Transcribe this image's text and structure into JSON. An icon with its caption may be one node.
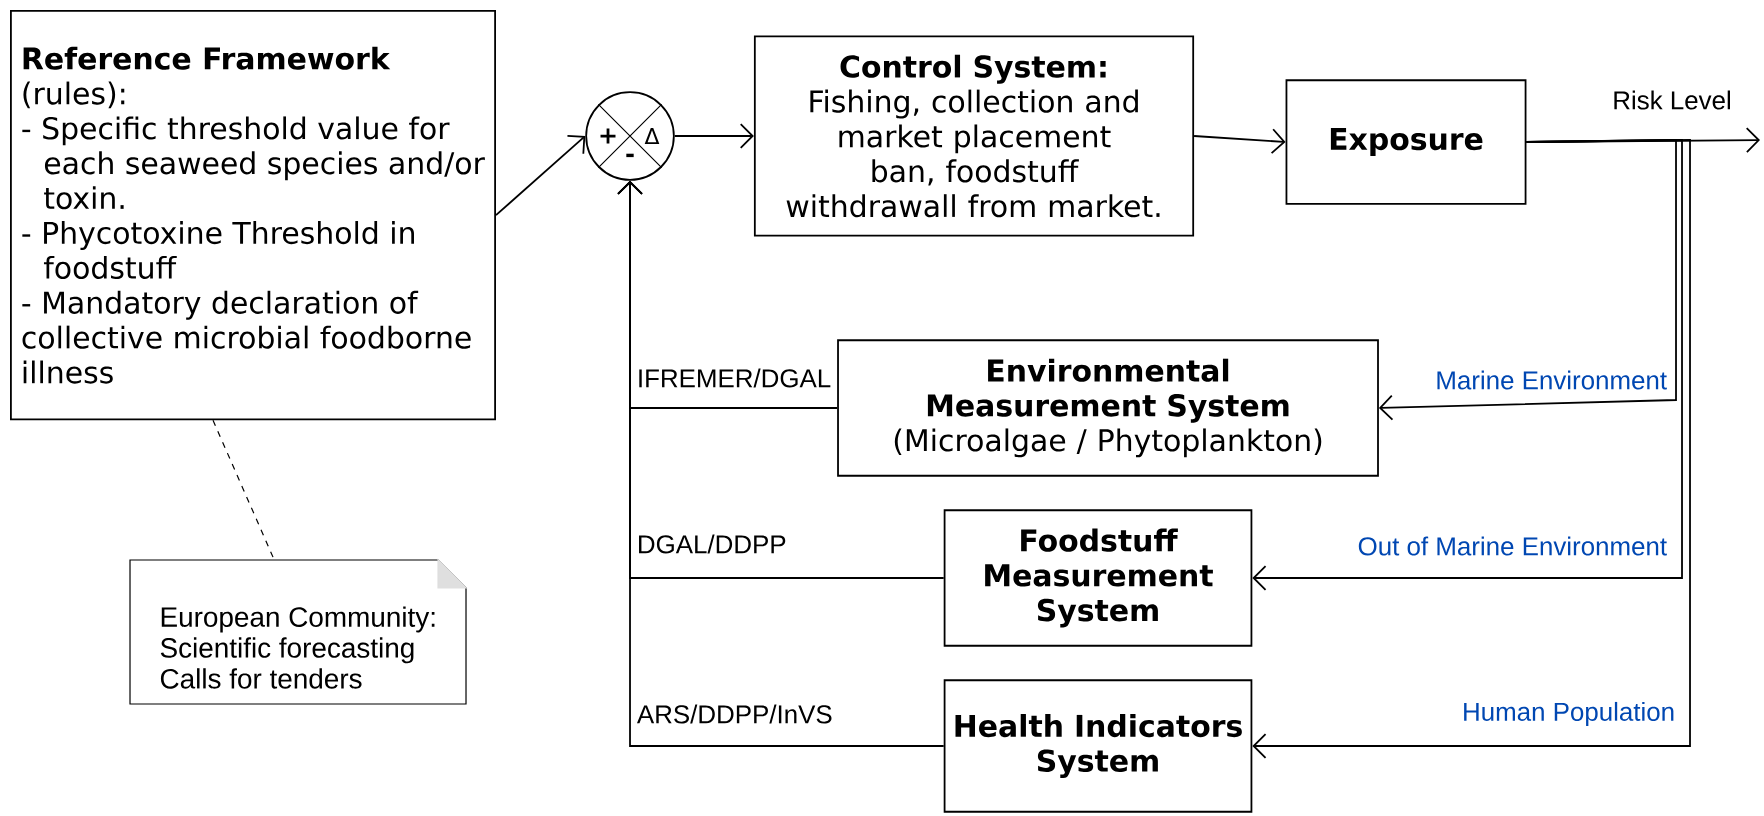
{
  "diagram": {
    "nodes": [
      {
        "text": [
          "Reference Framework",
          "(rules):",
          "- Specific threshold value for each seaweed species and/or toxin.",
          "- Phycotoxine Threshold in foodstuff",
          "- Mandatory declaration of collective microbial foodborne illness"
        ]
      },
      {
        "text": [
          "+",
          "-",
          "Δ"
        ]
      },
      {
        "text": [
          "Control System:",
          "Fishing, collection and market placement ban, foodstuff withdrawall from market."
        ]
      },
      {
        "text": [
          "Exposure"
        ]
      },
      {
        "text": [
          "Environmental Measurement System",
          "(Microalgae / Phytoplankton)"
        ]
      },
      {
        "text": [
          "Foodstuff Measurement System"
        ]
      },
      {
        "text": [
          "Health Indicators System"
        ]
      },
      {
        "text": [
          "European Community:",
          "Scientific forecasting",
          "Calls for tenders"
        ]
      }
    ],
    "edges": [
      {
        "from": 0,
        "to": 1,
        "arrow": "to"
      },
      {
        "from": 1,
        "to": 2,
        "arrow": "to"
      },
      {
        "from": 2,
        "to": 3,
        "arrow": "to"
      },
      {
        "from": 3,
        "to": null,
        "arrow": "to",
        "label": "Risk Level"
      },
      {
        "from": 3,
        "to": 4,
        "arrow": "to",
        "label": "Marine Environment"
      },
      {
        "from": 3,
        "to": 5,
        "arrow": "to",
        "label": "Out of Marine Environment"
      },
      {
        "from": 3,
        "to": 6,
        "arrow": "to",
        "label": "Human Population"
      },
      {
        "from": 4,
        "to": 1,
        "arrow": "to",
        "label": "IFREMER/DGAL"
      },
      {
        "from": 5,
        "to": 1,
        "arrow": "to",
        "label": "DGAL/DDPP"
      },
      {
        "from": 6,
        "to": 1,
        "arrow": "to",
        "label": "ARS/DDPP/InVS"
      },
      {
        "from": 0,
        "to": 7,
        "arrow": "none",
        "style": "dashed"
      }
    ]
  }
}
